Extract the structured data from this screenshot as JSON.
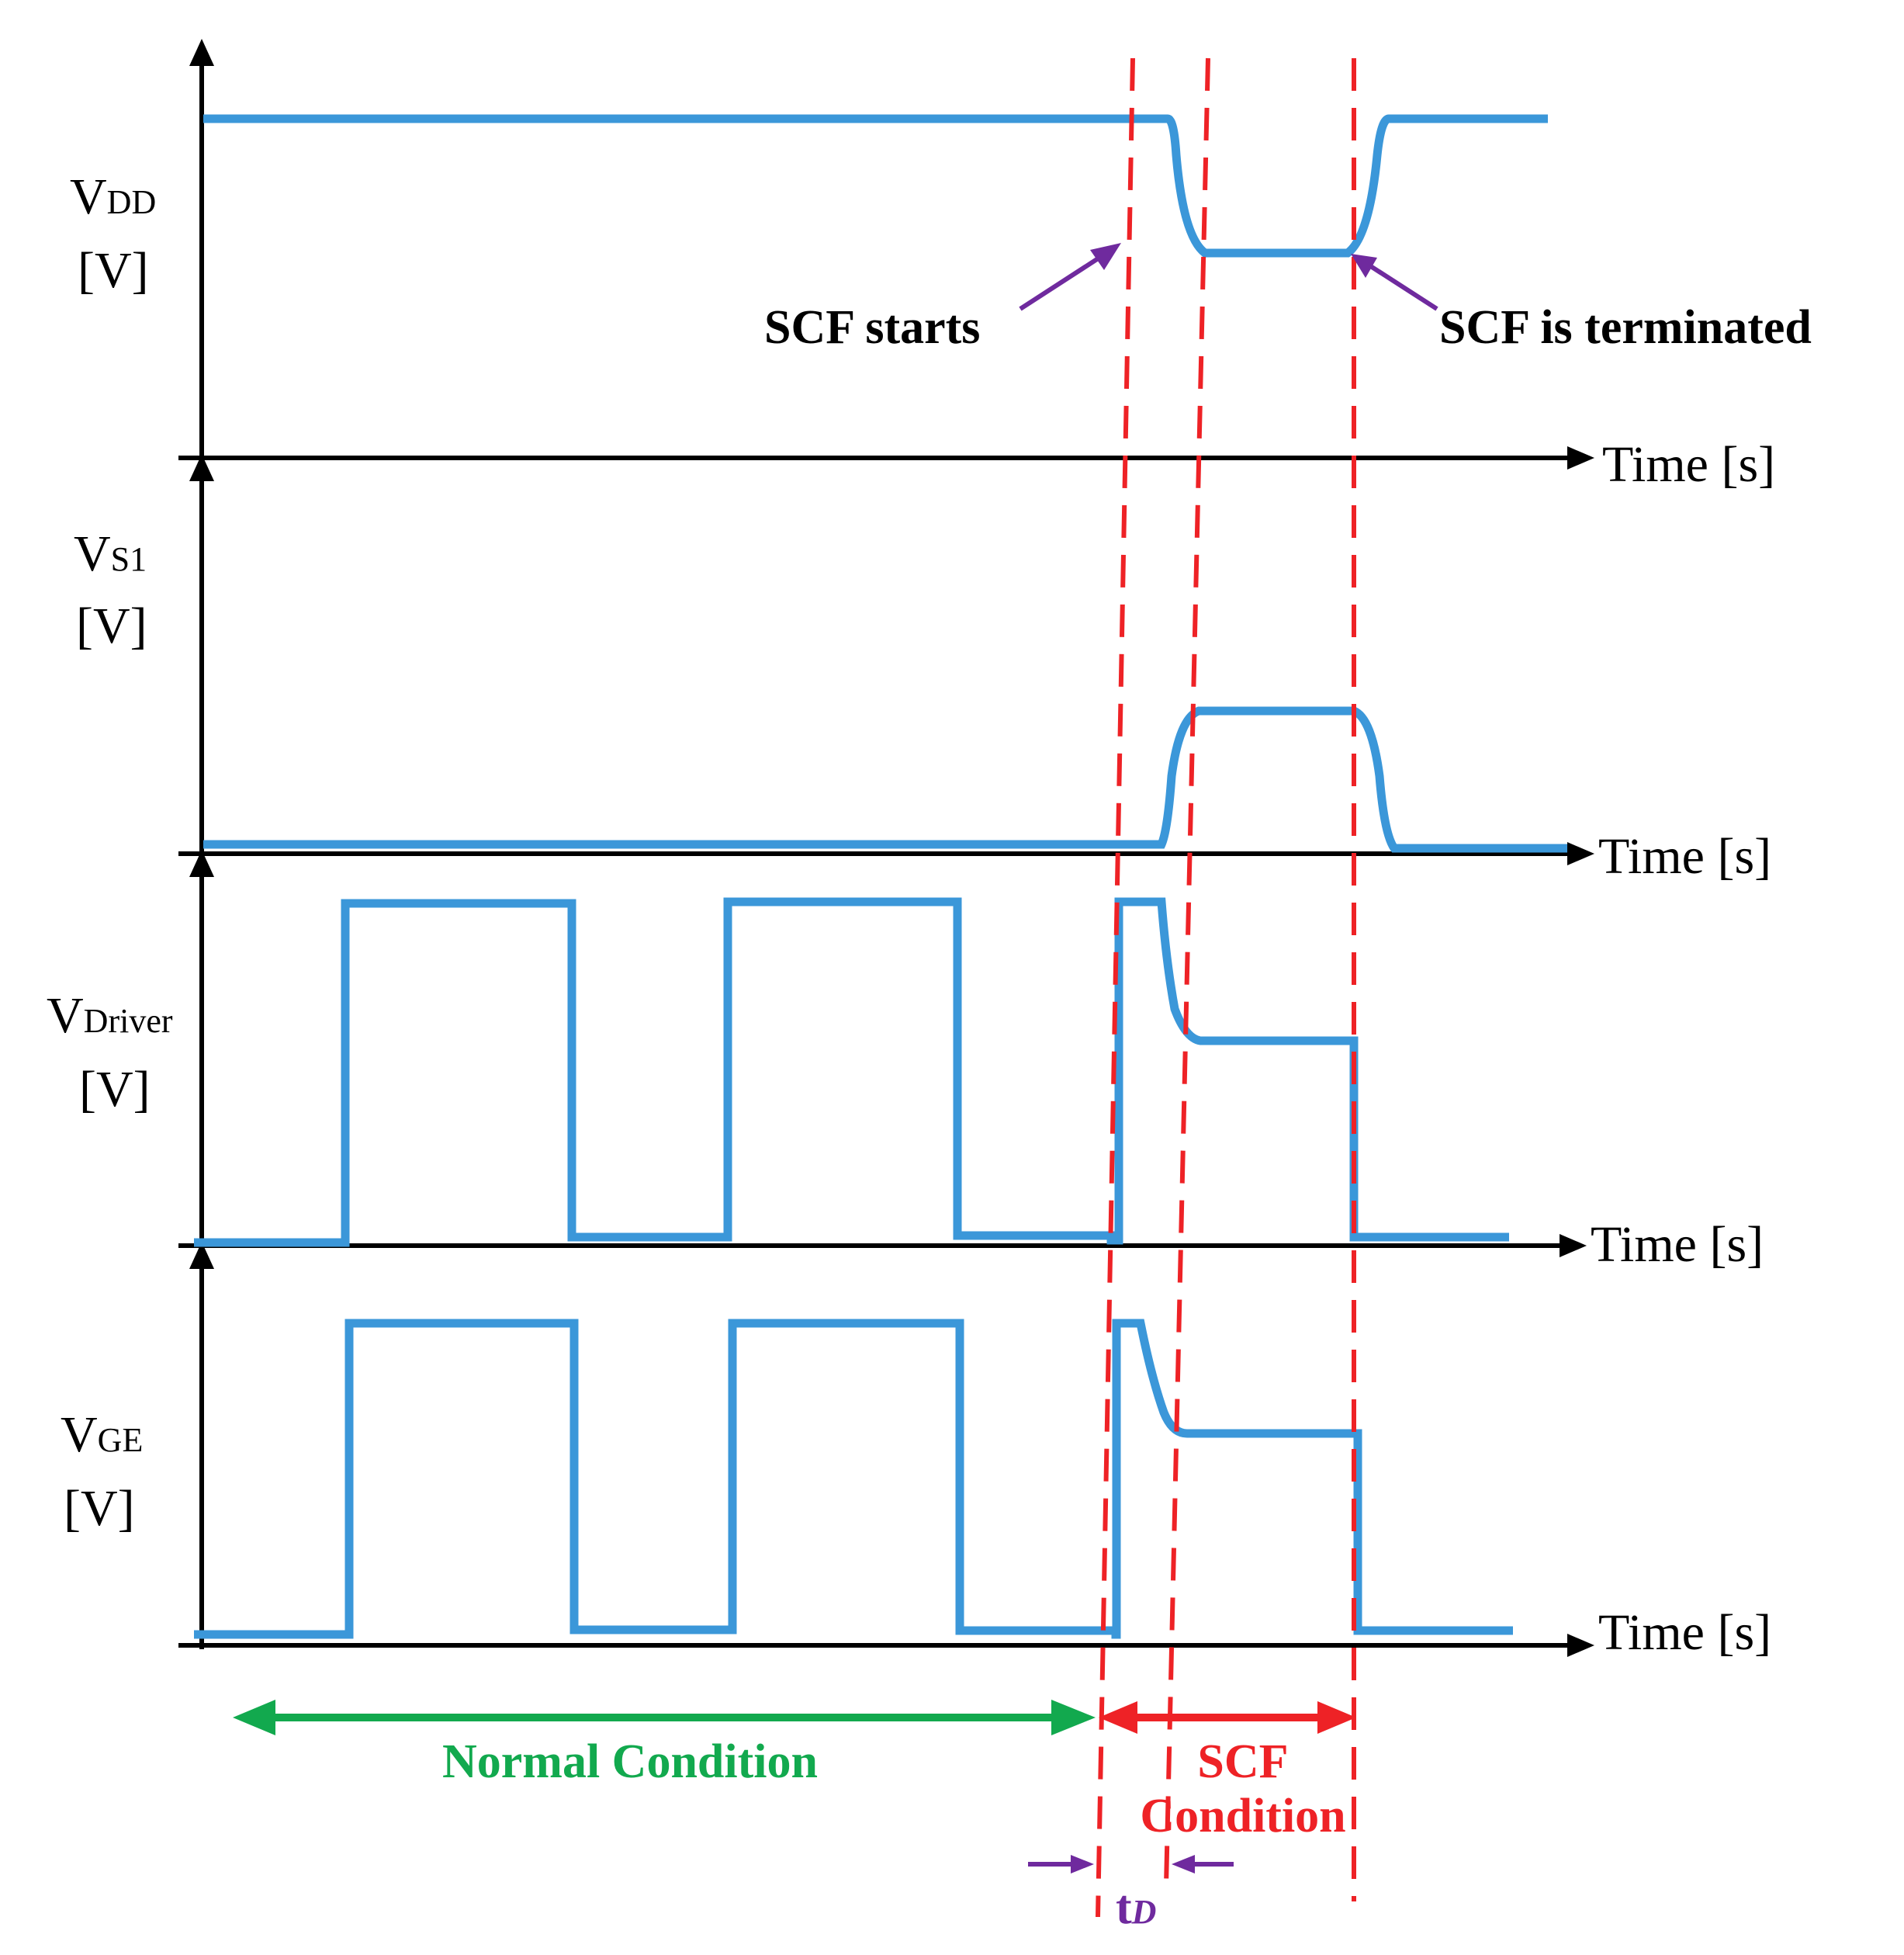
{
  "colors": {
    "signal": "#3b97d9",
    "marker": "#ee2226",
    "normal": "#12a94e",
    "annotation": "#6f2a9e",
    "axis": "#000000"
  },
  "panels": [
    {
      "id": "vdd",
      "symbol": "V",
      "subscript": "DD",
      "unit": "[V]",
      "time_label": "Time [s]"
    },
    {
      "id": "vs1",
      "symbol": "V",
      "subscript": "S1",
      "unit": "[V]",
      "time_label": "Time [s]"
    },
    {
      "id": "vdriver",
      "symbol": "V",
      "subscript": "Driver",
      "unit": "[V]",
      "time_label": "Time [s]"
    },
    {
      "id": "vge",
      "symbol": "V",
      "subscript": "GE",
      "unit": "[V]",
      "time_label": "Time [s]"
    }
  ],
  "annotations": {
    "scf_starts": "SCF starts",
    "scf_terminated": "SCF is terminated",
    "normal_condition": "Normal Condition",
    "scf_condition_line1": "SCF",
    "scf_condition_line2": "Condition",
    "delay_symbol": "t",
    "delay_subscript": "D"
  }
}
